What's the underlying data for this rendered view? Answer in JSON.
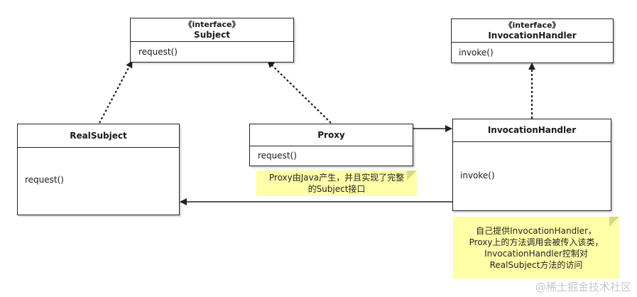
{
  "boxes": {
    "subject": {
      "stereotype": "《interface》",
      "name": "Subject",
      "method": "request()"
    },
    "invocation_handler_interface": {
      "stereotype": "《interface》",
      "name": "InvocationHandler",
      "method": "invoke()"
    },
    "real_subject": {
      "name": "RealSubject",
      "method": "request()"
    },
    "proxy": {
      "name": "Proxy",
      "method": "request()"
    },
    "invocation_handler": {
      "name": "InvocationHandler",
      "method": "invoke()"
    }
  },
  "notes": {
    "proxy_note": [
      "Proxy由Java产生，并且实现了完整",
      "的Subject接口"
    ],
    "handler_note": [
      "自己提供InvocationHandler，",
      "Proxy上的方法调用会被传入该类，",
      "InvocationHandler控制对",
      "RealSubject方法的访问"
    ]
  },
  "watermark": "@稀土掘金技术社区"
}
